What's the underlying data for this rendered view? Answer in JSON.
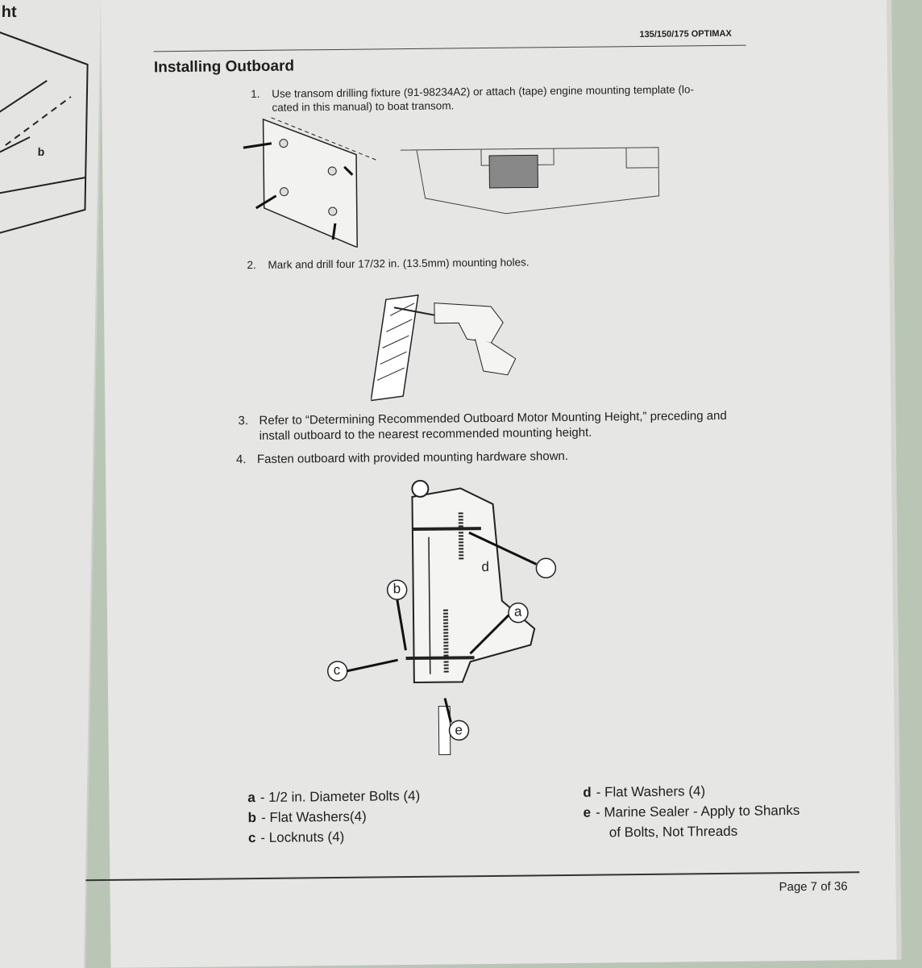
{
  "left_page": {
    "header_fragment": "ht",
    "label": "b"
  },
  "header": {
    "model": "135/150/175 OPTIMAX",
    "title": "Installing Outboard"
  },
  "steps": [
    {
      "num": "1.",
      "line1": "Use transom drilling fixture (91-98234A2) or attach (tape) engine mounting template (lo-",
      "line2": "cated in this manual) to boat transom."
    },
    {
      "num": "2.",
      "line1": "Mark and drill four 17/32 in. (13.5mm) mounting holes."
    },
    {
      "num": "3.",
      "line1": "Refer to “Determining Recommended Outboard Motor Mounting Height,” preceding and",
      "line2": "install outboard to the nearest recommended mounting height."
    },
    {
      "num": "4.",
      "line1": "Fasten outboard with provided mounting hardware shown."
    }
  ],
  "callouts": [
    "a",
    "b",
    "c",
    "d",
    "e"
  ],
  "legend": [
    {
      "key": "a",
      "text": "- 1/2 in. Diameter Bolts (4)"
    },
    {
      "key": "b",
      "text": "- Flat Washers(4)"
    },
    {
      "key": "c",
      "text": "- Locknuts (4)"
    },
    {
      "key": "d",
      "text": "- Flat Washers (4)"
    },
    {
      "key": "e",
      "text": "- Marine Sealer - Apply to Shanks",
      "text2": "of Bolts, Not Threads"
    }
  ],
  "footer": {
    "page": "Page 7 of 36"
  }
}
